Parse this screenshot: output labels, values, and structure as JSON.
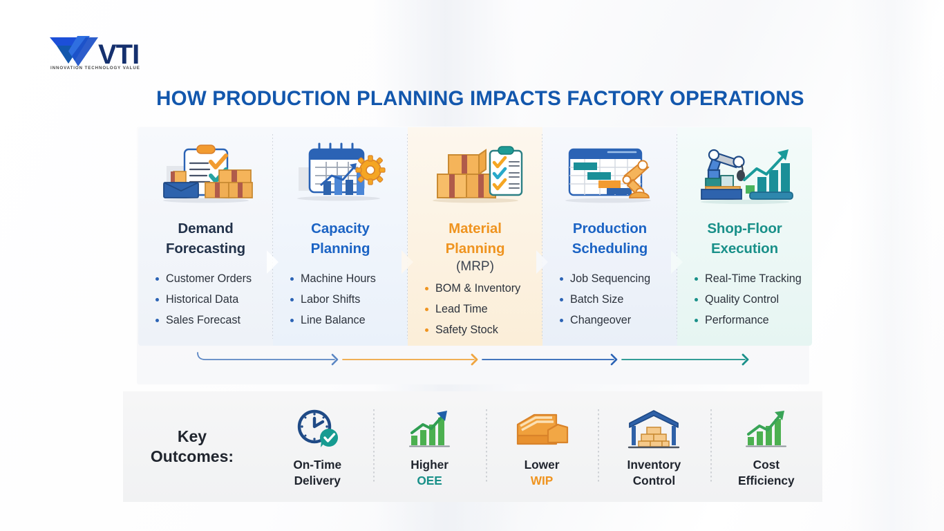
{
  "brand": {
    "name": "VTI",
    "tagline": "INNOVATION TECHNOLOGY VALUE",
    "logo_icon": "vti-triangle-logo-icon",
    "colors": {
      "primary": "#1257ad",
      "secondary": "#2b63b5"
    }
  },
  "header": {
    "title": "HOW PRODUCTION PLANNING IMPACTS FACTORY OPERATIONS",
    "title_color": "#1257ad"
  },
  "stages": [
    {
      "id": "demand-forecasting",
      "title_line1": "Demand",
      "title_line2": "Forecasting",
      "subtitle": "",
      "color": "#22324a",
      "accent": "#2b63b5",
      "icon": "clipboard-checklist-boxes-icon",
      "bullets": [
        "Customer Orders",
        "Historical Data",
        "Sales Forecast"
      ]
    },
    {
      "id": "capacity-planning",
      "title_line1": "Capacity",
      "title_line2": "Planning",
      "subtitle": "",
      "color": "#1b63c4",
      "accent": "#2b63b5",
      "icon": "calendar-chart-gear-icon",
      "bullets": [
        "Machine Hours",
        "Labor Shifts",
        "Line Balance"
      ]
    },
    {
      "id": "material-planning",
      "title_line1": "Material",
      "title_line2": "Planning",
      "subtitle": "(MRP)",
      "color": "#ef9420",
      "accent": "#ef9420",
      "icon": "boxes-clipboard-check-icon",
      "bullets": [
        "BOM & Inventory",
        "Lead Time",
        "Safety Stock"
      ]
    },
    {
      "id": "production-scheduling",
      "title_line1": "Production",
      "title_line2": "Scheduling",
      "subtitle": "",
      "color": "#1b63c4",
      "accent": "#2b63b5",
      "icon": "gantt-chart-robot-arm-icon",
      "bullets": [
        "Job Sequencing",
        "Batch Size",
        "Changeover"
      ]
    },
    {
      "id": "shop-floor-execution",
      "title_line1": "Shop-Floor",
      "title_line2": "Execution",
      "subtitle": "",
      "color": "#199089",
      "accent": "#199089",
      "icon": "robot-arm-growth-chart-icon",
      "bullets": [
        "Real-Time Tracking",
        "Quality Control",
        "Performance"
      ]
    }
  ],
  "flow_arrows": [
    {
      "id": "arrow-1",
      "color": "#5b86c4",
      "from": "demand-forecasting",
      "to": "capacity-planning"
    },
    {
      "id": "arrow-2",
      "color": "#efa53f",
      "from": "capacity-planning",
      "to": "material-planning"
    },
    {
      "id": "arrow-3",
      "color": "#2b63b5",
      "from": "material-planning",
      "to": "production-scheduling"
    },
    {
      "id": "arrow-4",
      "color": "#199089",
      "from": "production-scheduling",
      "to": "shop-floor-execution"
    }
  ],
  "outcomes": {
    "label_line1": "Key",
    "label_line2": "Outcomes:",
    "items": [
      {
        "id": "on-time-delivery",
        "line1": "On-Time",
        "line2": "Delivery",
        "line2_color": "#20252e",
        "icon": "clock-check-icon"
      },
      {
        "id": "higher-oee",
        "line1": "Higher",
        "line2": "OEE",
        "line2_color": "#199089",
        "icon": "green-growth-chart-icon"
      },
      {
        "id": "lower-wip",
        "line1": "Lower",
        "line2": "WIP",
        "line2_color": "#ef9420",
        "icon": "stacked-boxes-icon"
      },
      {
        "id": "inventory-control",
        "line1": "Inventory",
        "line2": "Control",
        "line2_color": "#20252e",
        "icon": "warehouse-icon"
      },
      {
        "id": "cost-efficiency",
        "line1": "Cost",
        "line2": "Efficiency",
        "line2_color": "#20252e",
        "icon": "green-arrow-chart-icon"
      }
    ]
  }
}
